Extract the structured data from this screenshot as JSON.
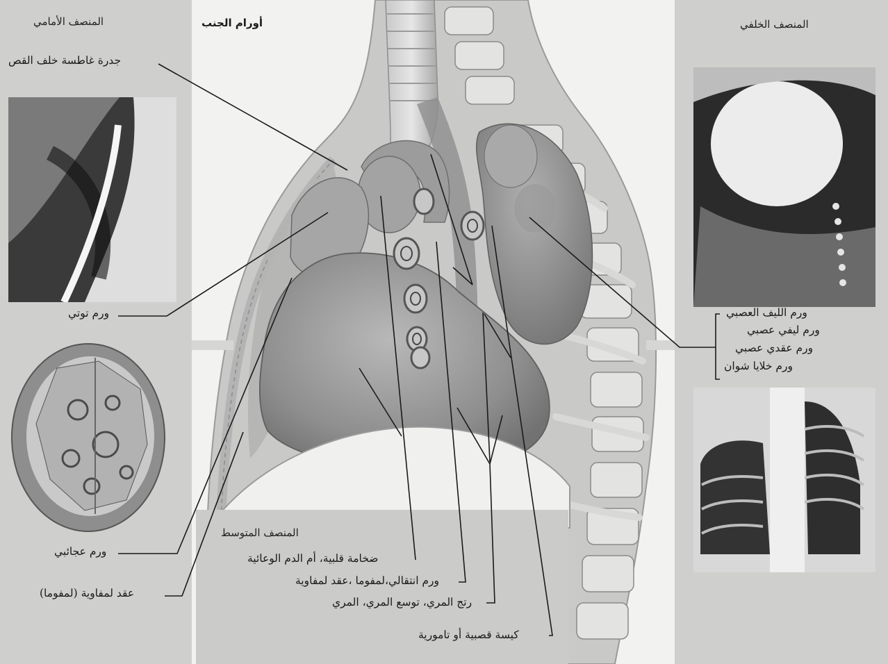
{
  "title": "أورام الجنب",
  "left_panel": {
    "header": "المنصف الأمامي",
    "labels": {
      "retrosternal_goiter": "جدرة غاطسة خلف القص",
      "thymoma": "ورم توتي",
      "teratoma": "ورم عجائبي",
      "lymphoma": "عقد لمفاوية (لمفوما)"
    }
  },
  "right_panel": {
    "header": "المنصف الخلفي",
    "tumors": [
      "ورم الليف العصبي",
      "ورم ليفي عصبي",
      "ورم عقدي عصبي",
      "ورم خلايا شوان"
    ]
  },
  "middle_panel": {
    "header": "المنصف المتوسط",
    "labels": {
      "cardiomegaly": "ضخامة قلبية، أم الدم الوعائية",
      "metastatic": "ورم انتقالي،لمفوما ،عقد لمفاوية",
      "esophageal": "رتج المري، توسع المري، المري",
      "cyst": "كيسة قصبية أو تامورية"
    }
  }
}
